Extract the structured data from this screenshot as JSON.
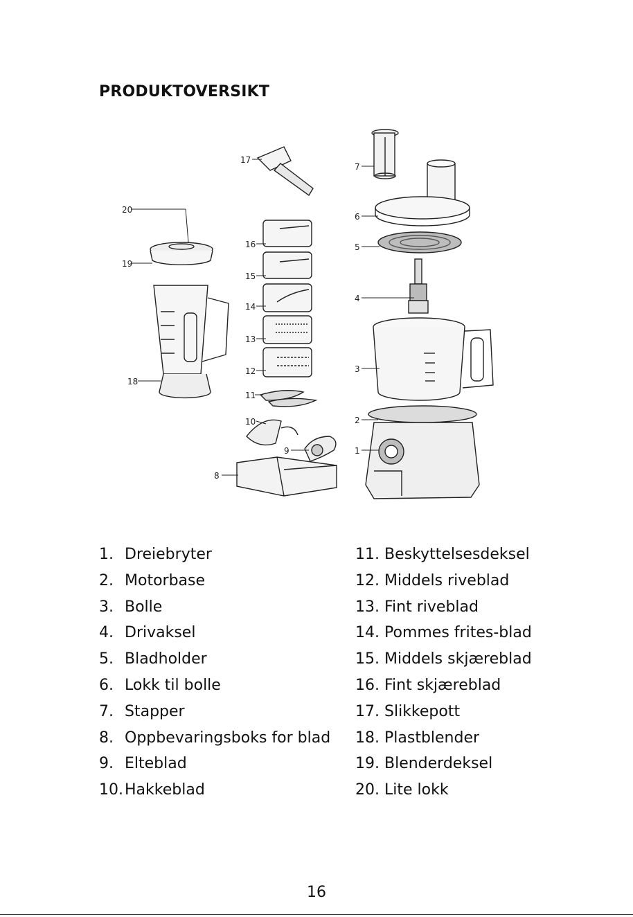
{
  "title": "PRODUKTOVERSIKT",
  "callouts": [
    "1",
    "2",
    "3",
    "4",
    "5",
    "6",
    "7",
    "8",
    "9",
    "10",
    "11",
    "12",
    "13",
    "14",
    "15",
    "16",
    "17",
    "18",
    "19",
    "20"
  ],
  "parts_left": [
    {
      "num": "1.",
      "label": "Dreiebryter"
    },
    {
      "num": "2.",
      "label": "Motorbase"
    },
    {
      "num": "3.",
      "label": "Bolle"
    },
    {
      "num": "4.",
      "label": "Drivaksel"
    },
    {
      "num": "5.",
      "label": "Bladholder"
    },
    {
      "num": "6.",
      "label": "Lokk til bolle"
    },
    {
      "num": "7.",
      "label": "Stapper"
    },
    {
      "num": "8.",
      "label": "Oppbevaringsboks for blad"
    },
    {
      "num": "9.",
      "label": "Elteblad"
    },
    {
      "num": "10.",
      "label": "Hakkeblad"
    }
  ],
  "parts_right": [
    {
      "num": "11.",
      "label": "Beskyttelsesdeksel"
    },
    {
      "num": "12.",
      "label": "Middels riveblad"
    },
    {
      "num": "13.",
      "label": "Fint riveblad"
    },
    {
      "num": "14.",
      "label": "Pommes frites-blad"
    },
    {
      "num": "15.",
      "label": "Middels skjæreblad"
    },
    {
      "num": "16.",
      "label": "Fint skjæreblad"
    },
    {
      "num": "17.",
      "label": "Slikkepott"
    },
    {
      "num": "18.",
      "label": "Plastblender"
    },
    {
      "num": "19.",
      "label": "Blenderdeksel"
    },
    {
      "num": "20.",
      "label": "Lite lokk"
    }
  ],
  "page_number": "16"
}
